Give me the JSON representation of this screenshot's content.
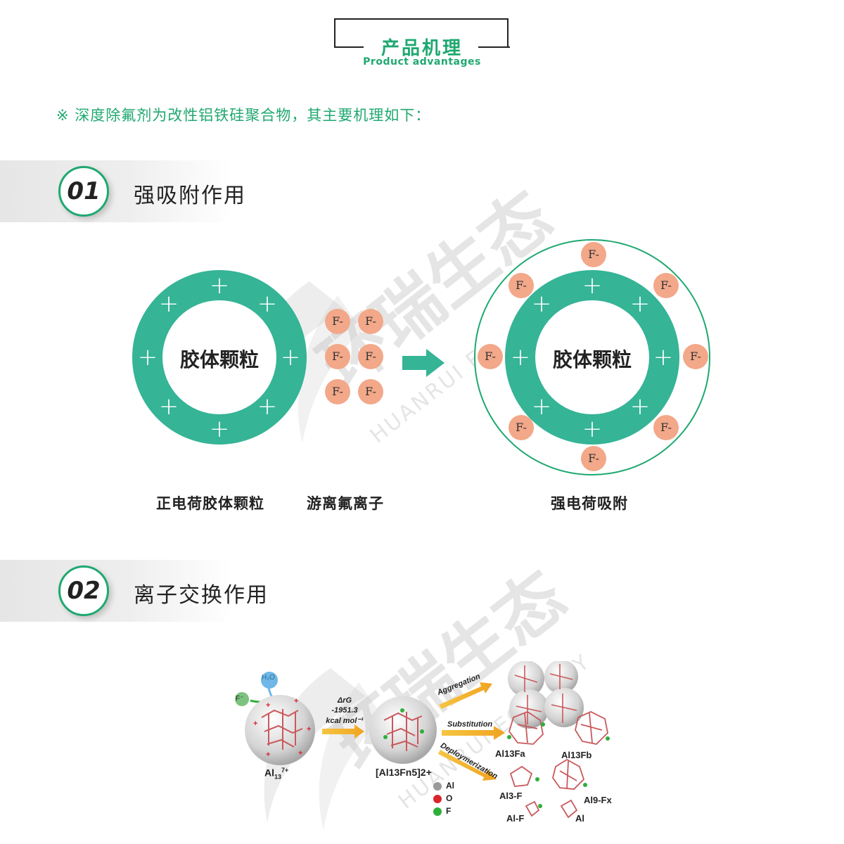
{
  "header": {
    "title_cn": "产品机理",
    "title_en": "Product advantages"
  },
  "intro": "※ 深度除氟剂为改性铝铁硅聚合物，其主要机理如下：",
  "watermark": {
    "text_cn": "环瑞生态",
    "text_en": "HUANRUI ECOLOGY"
  },
  "section1": {
    "number": "01",
    "title": "强吸附作用",
    "core_label": "胶体颗粒",
    "plus_sign": "+",
    "ion_label": "F-",
    "captions": {
      "positive_particle": "正电荷胶体颗粒",
      "free_ion": "游离氟离子",
      "adsorption": "强电荷吸附"
    }
  },
  "section2": {
    "number": "02",
    "title": "离子交换作用",
    "diagram": {
      "h2o": "H₂O",
      "f_minus": "F⁻",
      "al13_base": "Al",
      "al13_sub": "13",
      "al13_sup": "7+",
      "delta_g": "ΔrG",
      "energy": "-1951.3",
      "unit": "kcal mol⁻¹",
      "intermediate": "[Al13Fn5]2+",
      "aggregation": "Aggregation",
      "substitution": "Substitution",
      "depolymerization": "Deploymerization",
      "product_a": "Al13Fa",
      "product_b": "Al13Fb",
      "product_c": "Al3-F",
      "product_d": "Al9-Fx",
      "product_e": "Al-F",
      "product_f": "Al",
      "legend": [
        "Al",
        "O",
        "F"
      ]
    }
  },
  "colors": {
    "accent": "#1fa870",
    "ring": "#35b496",
    "ion": "#f2a889",
    "legend_al": "#9a9a9a",
    "legend_o": "#d9262c",
    "legend_f": "#2fae3a"
  }
}
